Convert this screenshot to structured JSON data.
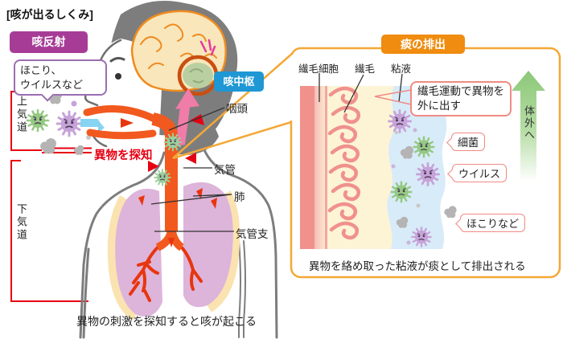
{
  "title": "[咳が出るしくみ]",
  "figure": {
    "cough_reflex": "咳反射",
    "irritants_line1": "ほこり、",
    "irritants_line2": "ウイルスなど",
    "upper_airway": "上気道",
    "lower_airway": "下気道",
    "detect_foreign": "異物を探知",
    "cough_center": "咳中枢",
    "pharynx": "咽頭",
    "trachea": "気管",
    "lung": "肺",
    "bronchus": "気管支",
    "caption": "異物の刺激を探知すると咳が起こる"
  },
  "panel": {
    "header": "痰の排出",
    "ciliated_cells": "繊毛細胞",
    "cilia": "繊毛",
    "mucus": "粘液",
    "cilia_note_line1": "繊毛運動で異物を",
    "cilia_note_line2": "外に出す",
    "bacteria": "細菌",
    "virus": "ウイルス",
    "dust": "ほこりなど",
    "outward": "体外へ",
    "caption": "異物を絡め取った粘液が痰として排出される"
  },
  "colors": {
    "magenta_chip": "#a63c96",
    "bubble_border": "#9b6db3",
    "blue_chip": "#1f97d4",
    "orange_header": "#f08c0f",
    "panel_border": "#f4a836",
    "salmon": "#f0918c",
    "alert_red": "#e60012",
    "airway_orange": "#f2591e",
    "bronchi_red": "#e8350e",
    "lung_pink": "#ddb4da",
    "body_gray": "#7d7d7d",
    "brain_cream": "#f9e6bb",
    "germ_green": "#94c982",
    "germ_purple": "#c7a3d9",
    "dust_gray": "#b5b3b3",
    "mucus_blue": "#d8ebf8",
    "arrow_green": "#8cc878",
    "arrow_blue": "#87d3f2",
    "arrow_pink": "#f07ca8"
  }
}
